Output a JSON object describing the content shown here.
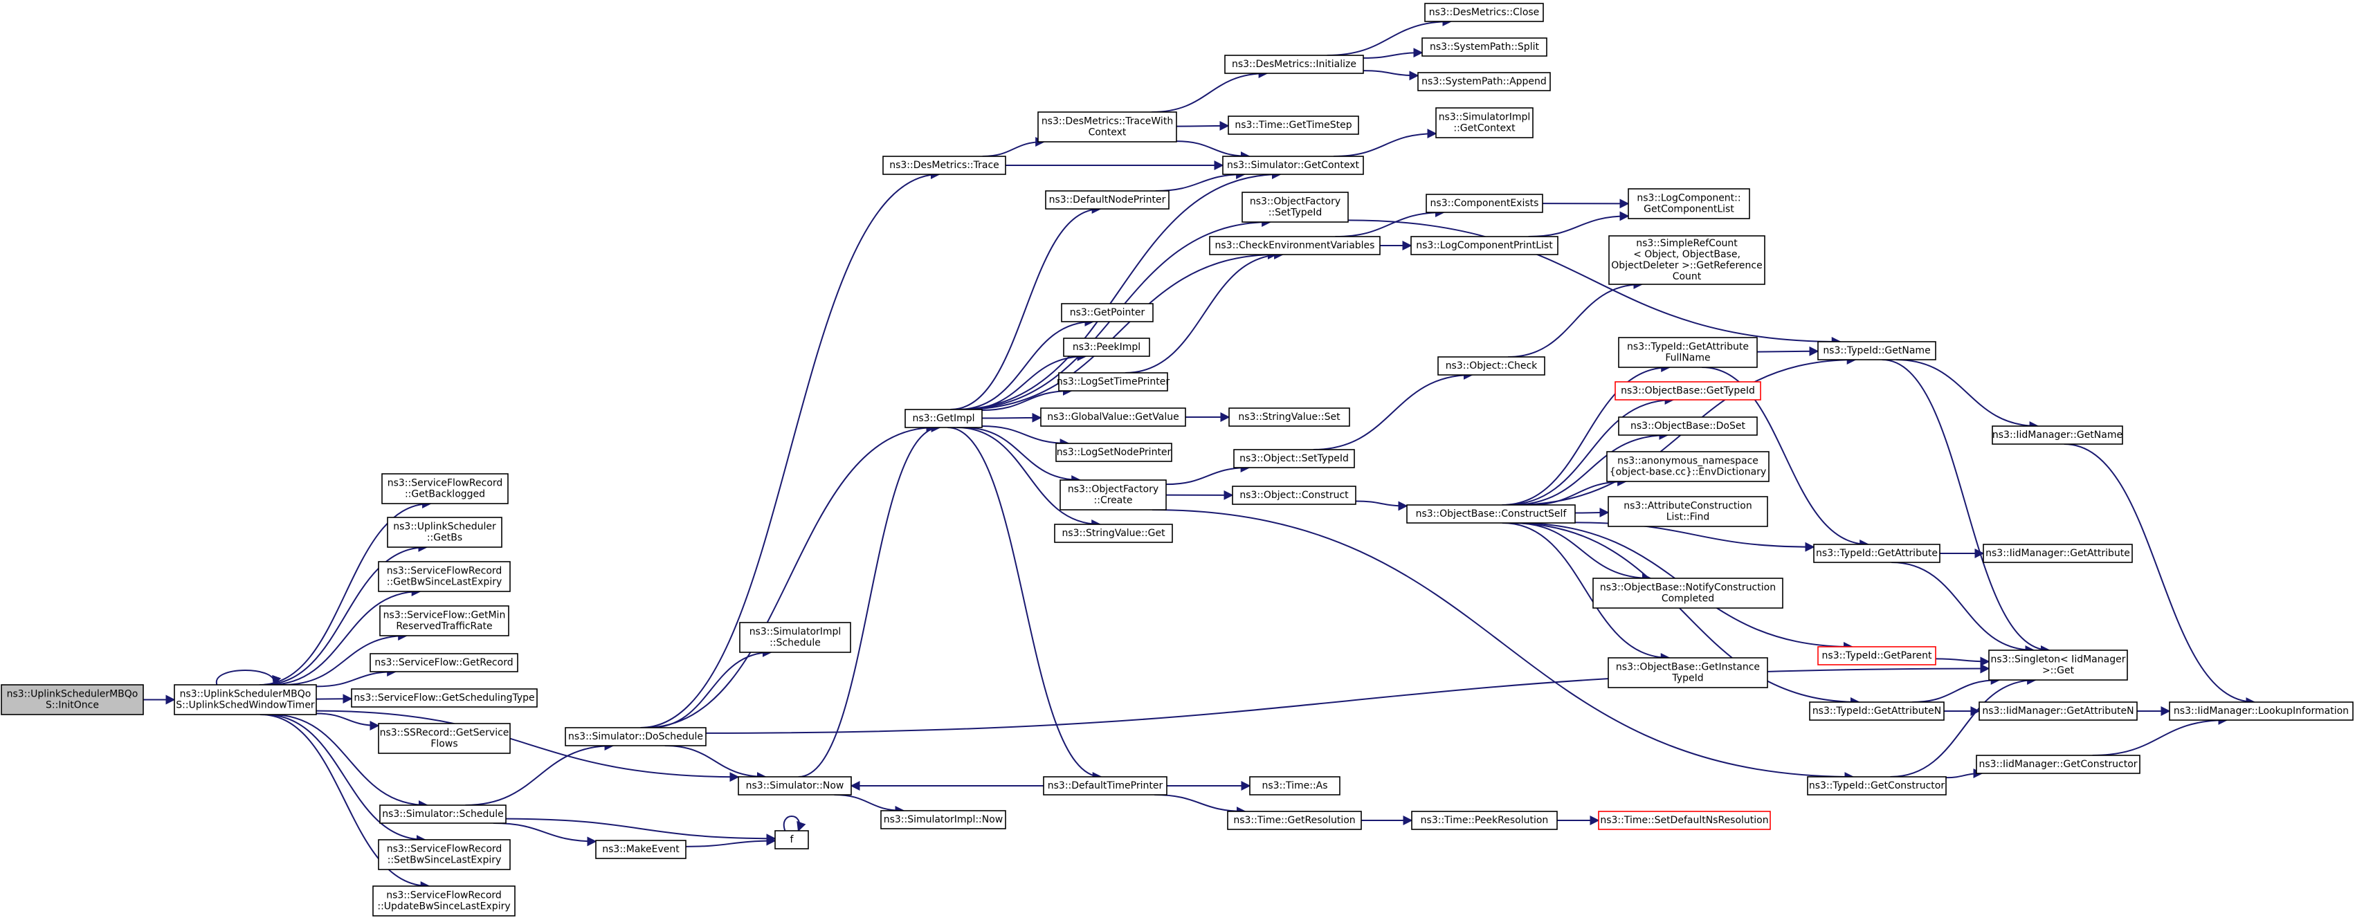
{
  "colors": {
    "edge": "#191970",
    "root_fill": "#bfbfbf",
    "node_border": "#000000",
    "truncated_border": "#ff0000",
    "background": "#ffffff"
  },
  "nodes": {
    "initonce": {
      "lines": [
        "ns3::UplinkSchedulerMBQo",
        "S::InitOnce"
      ],
      "root": true
    },
    "uswt": {
      "lines": [
        "ns3::UplinkSchedulerMBQo",
        "S::UplinkSchedWindowTimer"
      ]
    },
    "getbacklogged": {
      "lines": [
        "ns3::ServiceFlowRecord",
        "::GetBacklogged"
      ]
    },
    "getbs": {
      "lines": [
        "ns3::UplinkScheduler",
        "::GetBs"
      ]
    },
    "getbwsincelastexpiry": {
      "lines": [
        "ns3::ServiceFlowRecord",
        "::GetBwSinceLastExpiry"
      ]
    },
    "getminreserved": {
      "lines": [
        "ns3::ServiceFlow::GetMin",
        "ReservedTrafficRate"
      ]
    },
    "getrecord": {
      "lines": [
        "ns3::ServiceFlow::GetRecord"
      ]
    },
    "getschedulingtype": {
      "lines": [
        "ns3::ServiceFlow::GetSchedulingType"
      ]
    },
    "getserviceflows": {
      "lines": [
        "ns3::SSRecord::GetService",
        "Flows"
      ]
    },
    "schedule": {
      "lines": [
        "ns3::Simulator::Schedule"
      ]
    },
    "setbwsincelastexpiry": {
      "lines": [
        "ns3::ServiceFlowRecord",
        "::SetBwSinceLastExpiry"
      ]
    },
    "updatebwsincelastexpiry": {
      "lines": [
        "ns3::ServiceFlowRecord",
        "::UpdateBwSinceLastExpiry"
      ]
    },
    "doschedule": {
      "lines": [
        "ns3::Simulator::DoSchedule"
      ]
    },
    "makeevent": {
      "lines": [
        "ns3::MakeEvent"
      ]
    },
    "f": {
      "lines": [
        "f"
      ]
    },
    "now": {
      "lines": [
        "ns3::Simulator::Now"
      ]
    },
    "simimplschedule": {
      "lines": [
        "ns3::SimulatorImpl",
        "::Schedule"
      ]
    },
    "simimplnow": {
      "lines": [
        "ns3::SimulatorImpl::Now"
      ]
    },
    "desmetricstrace": {
      "lines": [
        "ns3::DesMetrics::Trace"
      ]
    },
    "getimpl": {
      "lines": [
        "ns3::GetImpl"
      ]
    },
    "tracewithcontext": {
      "lines": [
        "ns3::DesMetrics::TraceWith",
        "Context"
      ]
    },
    "defaultnodeprinter": {
      "lines": [
        "ns3::DefaultNodePrinter"
      ]
    },
    "getpointer": {
      "lines": [
        "ns3::GetPointer"
      ]
    },
    "peekimpl": {
      "lines": [
        "ns3::PeekImpl"
      ]
    },
    "logsettimeprinter": {
      "lines": [
        "ns3::LogSetTimePrinter"
      ]
    },
    "globalvaluegetvalue": {
      "lines": [
        "ns3::GlobalValue::GetValue"
      ]
    },
    "logsetnodeprinter": {
      "lines": [
        "ns3::LogSetNodePrinter"
      ]
    },
    "objectfactorycreate": {
      "lines": [
        "ns3::ObjectFactory",
        "::Create"
      ]
    },
    "stringvalueget": {
      "lines": [
        "ns3::StringValue::Get"
      ]
    },
    "defaulttimeprinter": {
      "lines": [
        "ns3::DefaultTimePrinter"
      ]
    },
    "desmetricsinitialize": {
      "lines": [
        "ns3::DesMetrics::Initialize"
      ]
    },
    "timegettimestep": {
      "lines": [
        "ns3::Time::GetTimeStep"
      ]
    },
    "simgetcontext": {
      "lines": [
        "ns3::Simulator::GetContext"
      ]
    },
    "objectfactorysettypeid": {
      "lines": [
        "ns3::ObjectFactory",
        "::SetTypeId"
      ]
    },
    "checkenvvars": {
      "lines": [
        "ns3::CheckEnvironmentVariables"
      ]
    },
    "stringvalueset": {
      "lines": [
        "ns3::StringValue::Set"
      ]
    },
    "objectsettypeid": {
      "lines": [
        "ns3::Object::SetTypeId"
      ]
    },
    "objectconstruct": {
      "lines": [
        "ns3::Object::Construct"
      ]
    },
    "timeas": {
      "lines": [
        "ns3::Time::As"
      ]
    },
    "timegetresolution": {
      "lines": [
        "ns3::Time::GetResolution"
      ]
    },
    "desmetricsclose": {
      "lines": [
        "ns3::DesMetrics::Close"
      ]
    },
    "systempathsplit": {
      "lines": [
        "ns3::SystemPath::Split"
      ]
    },
    "systempathappend": {
      "lines": [
        "ns3::SystemPath::Append"
      ]
    },
    "simimplgetcontext": {
      "lines": [
        "ns3::SimulatorImpl",
        "::GetContext"
      ]
    },
    "componentexists": {
      "lines": [
        "ns3::ComponentExists"
      ]
    },
    "logcomponentprintlist": {
      "lines": [
        "ns3::LogComponentPrintList"
      ]
    },
    "getcomponentlist": {
      "lines": [
        "ns3::LogComponent::",
        "GetComponentList"
      ]
    },
    "simplerefcount": {
      "lines": [
        "ns3::SimpleRefCount",
        "< Object, ObjectBase,",
        "ObjectDeleter >::GetReference",
        "Count"
      ]
    },
    "objectcheck": {
      "lines": [
        "ns3::Object::Check"
      ]
    },
    "constructself": {
      "lines": [
        "ns3::ObjectBase::ConstructSelf"
      ]
    },
    "typeidgetattrfullname": {
      "lines": [
        "ns3::TypeId::GetAttribute",
        "FullName"
      ]
    },
    "objectbasegettypeid": {
      "lines": [
        "ns3::ObjectBase::GetTypeId"
      ],
      "truncated": true
    },
    "objectbasedoset": {
      "lines": [
        "ns3::ObjectBase::DoSet"
      ]
    },
    "envdictionary": {
      "lines": [
        "ns3::anonymous_namespace",
        "{object-base.cc}::EnvDictionary"
      ]
    },
    "attrconstructionfind": {
      "lines": [
        "ns3::AttributeConstruction",
        "List::Find"
      ]
    },
    "notifyconstruction": {
      "lines": [
        "ns3::ObjectBase::NotifyConstruction",
        "Completed"
      ]
    },
    "getinstancetypeid": {
      "lines": [
        "ns3::ObjectBase::GetInstance",
        "TypeId"
      ]
    },
    "timepeekresolution": {
      "lines": [
        "ns3::Time::PeekResolution"
      ]
    },
    "setdefaultnsresolution": {
      "lines": [
        "ns3::Time::SetDefaultNsResolution"
      ],
      "truncated": true
    },
    "typeidgetname": {
      "lines": [
        "ns3::TypeId::GetName"
      ]
    },
    "typeidgetattribute": {
      "lines": [
        "ns3::TypeId::GetAttribute"
      ]
    },
    "typeidgetparent": {
      "lines": [
        "ns3::TypeId::GetParent"
      ],
      "truncated": true
    },
    "typeidgetattributen": {
      "lines": [
        "ns3::TypeId::GetAttributeN"
      ]
    },
    "typeidgetconstructor": {
      "lines": [
        "ns3::TypeId::GetConstructor"
      ]
    },
    "iidmanagergetname": {
      "lines": [
        "ns3::IidManager::GetName"
      ]
    },
    "iidmanagergetattribute": {
      "lines": [
        "ns3::IidManager::GetAttribute"
      ]
    },
    "singletonget": {
      "lines": [
        "ns3::Singleton< IidManager",
        ">::Get"
      ]
    },
    "iidmanagergetattributen": {
      "lines": [
        "ns3::IidManager::GetAttributeN"
      ]
    },
    "iidmanagergetconstructor": {
      "lines": [
        "ns3::IidManager::GetConstructor"
      ]
    },
    "lookupinformation": {
      "lines": [
        "ns3::IidManager::LookupInformation"
      ]
    }
  },
  "edges": [
    [
      "initonce",
      "uswt"
    ],
    [
      "uswt",
      "uswt"
    ],
    [
      "uswt",
      "getbacklogged"
    ],
    [
      "uswt",
      "getbs"
    ],
    [
      "uswt",
      "getbwsincelastexpiry"
    ],
    [
      "uswt",
      "getminreserved"
    ],
    [
      "uswt",
      "getrecord"
    ],
    [
      "uswt",
      "getschedulingtype"
    ],
    [
      "uswt",
      "getserviceflows"
    ],
    [
      "uswt",
      "now"
    ],
    [
      "uswt",
      "schedule"
    ],
    [
      "uswt",
      "setbwsincelastexpiry"
    ],
    [
      "uswt",
      "updatebwsincelastexpiry"
    ],
    [
      "schedule",
      "doschedule"
    ],
    [
      "schedule",
      "makeevent"
    ],
    [
      "schedule",
      "f"
    ],
    [
      "makeevent",
      "f"
    ],
    [
      "f",
      "f"
    ],
    [
      "doschedule",
      "simimplschedule"
    ],
    [
      "doschedule",
      "desmetricstrace"
    ],
    [
      "doschedule",
      "getimpl"
    ],
    [
      "doschedule",
      "now"
    ],
    [
      "doschedule",
      "singletonget"
    ],
    [
      "now",
      "getimpl"
    ],
    [
      "now",
      "simimplnow"
    ],
    [
      "desmetricstrace",
      "tracewithcontext"
    ],
    [
      "desmetricstrace",
      "simgetcontext"
    ],
    [
      "tracewithcontext",
      "desmetricsinitialize"
    ],
    [
      "tracewithcontext",
      "timegettimestep"
    ],
    [
      "tracewithcontext",
      "simgetcontext"
    ],
    [
      "desmetricsinitialize",
      "desmetricsclose"
    ],
    [
      "desmetricsinitialize",
      "systempathsplit"
    ],
    [
      "desmetricsinitialize",
      "systempathappend"
    ],
    [
      "simgetcontext",
      "simimplgetcontext"
    ],
    [
      "getimpl",
      "simgetcontext"
    ],
    [
      "getimpl",
      "defaultnodeprinter"
    ],
    [
      "getimpl",
      "objectfactorysettypeid"
    ],
    [
      "getimpl",
      "checkenvvars"
    ],
    [
      "getimpl",
      "getpointer"
    ],
    [
      "getimpl",
      "peekimpl"
    ],
    [
      "getimpl",
      "logsettimeprinter"
    ],
    [
      "getimpl",
      "globalvaluegetvalue"
    ],
    [
      "getimpl",
      "logsetnodeprinter"
    ],
    [
      "getimpl",
      "objectfactorycreate"
    ],
    [
      "getimpl",
      "stringvalueget"
    ],
    [
      "getimpl",
      "defaulttimeprinter"
    ],
    [
      "defaultnodeprinter",
      "simgetcontext"
    ],
    [
      "objectfactorysettypeid",
      "typeidgetname"
    ],
    [
      "checkenvvars",
      "componentexists"
    ],
    [
      "checkenvvars",
      "logcomponentprintlist"
    ],
    [
      "componentexists",
      "getcomponentlist"
    ],
    [
      "logcomponentprintlist",
      "getcomponentlist"
    ],
    [
      "logsettimeprinter",
      "checkenvvars"
    ],
    [
      "globalvaluegetvalue",
      "stringvalueset"
    ],
    [
      "objectfactorycreate",
      "objectsettypeid"
    ],
    [
      "objectfactorycreate",
      "objectconstruct"
    ],
    [
      "objectfactorycreate",
      "typeidgetconstructor"
    ],
    [
      "objectsettypeid",
      "objectcheck"
    ],
    [
      "objectcheck",
      "simplerefcount"
    ],
    [
      "objectconstruct",
      "constructself"
    ],
    [
      "constructself",
      "typeidgetname"
    ],
    [
      "constructself",
      "typeidgetattrfullname"
    ],
    [
      "constructself",
      "objectbasegettypeid"
    ],
    [
      "constructself",
      "objectbasedoset"
    ],
    [
      "constructself",
      "envdictionary"
    ],
    [
      "constructself",
      "attrconstructionfind"
    ],
    [
      "constructself",
      "typeidgetattribute"
    ],
    [
      "constructself",
      "notifyconstruction"
    ],
    [
      "constructself",
      "getinstancetypeid"
    ],
    [
      "constructself",
      "typeidgetparent"
    ],
    [
      "constructself",
      "typeidgetattributen"
    ],
    [
      "typeidgetattrfullname",
      "typeidgetname"
    ],
    [
      "typeidgetattrfullname",
      "typeidgetattribute"
    ],
    [
      "defaulttimeprinter",
      "now"
    ],
    [
      "defaulttimeprinter",
      "timeas"
    ],
    [
      "defaulttimeprinter",
      "timegetresolution"
    ],
    [
      "timegetresolution",
      "timepeekresolution"
    ],
    [
      "timepeekresolution",
      "setdefaultnsresolution"
    ],
    [
      "typeidgetname",
      "iidmanagergetname"
    ],
    [
      "typeidgetname",
      "singletonget"
    ],
    [
      "typeidgetattribute",
      "iidmanagergetattribute"
    ],
    [
      "typeidgetattribute",
      "singletonget"
    ],
    [
      "typeidgetparent",
      "singletonget"
    ],
    [
      "typeidgetattributen",
      "iidmanagergetattributen"
    ],
    [
      "typeidgetattributen",
      "singletonget"
    ],
    [
      "typeidgetconstructor",
      "iidmanagergetconstructor"
    ],
    [
      "typeidgetconstructor",
      "singletonget"
    ],
    [
      "iidmanagergetname",
      "lookupinformation"
    ],
    [
      "iidmanagergetattributen",
      "lookupinformation"
    ],
    [
      "iidmanagergetconstructor",
      "lookupinformation"
    ]
  ]
}
